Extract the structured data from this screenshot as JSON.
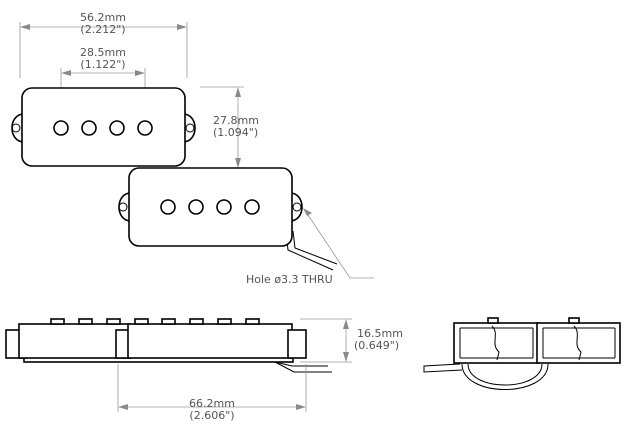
{
  "dimensions": {
    "overall_width": {
      "mm": "56.2mm",
      "inch": "(2.212\")"
    },
    "pole_spacing": {
      "mm": "28.5mm",
      "inch": "(1.122\")"
    },
    "height": {
      "mm": "27.8mm",
      "inch": "(1.094\")"
    },
    "side_height": {
      "mm": "16.5mm",
      "inch": "(0.649\")"
    },
    "side_length": {
      "mm": "66.2mm",
      "inch": "(2.606\")"
    }
  },
  "callout": {
    "hole": "Hole ø3.3 THRU"
  },
  "pickups": {
    "top_view_count": 2,
    "poles_per_pickup": 4
  }
}
